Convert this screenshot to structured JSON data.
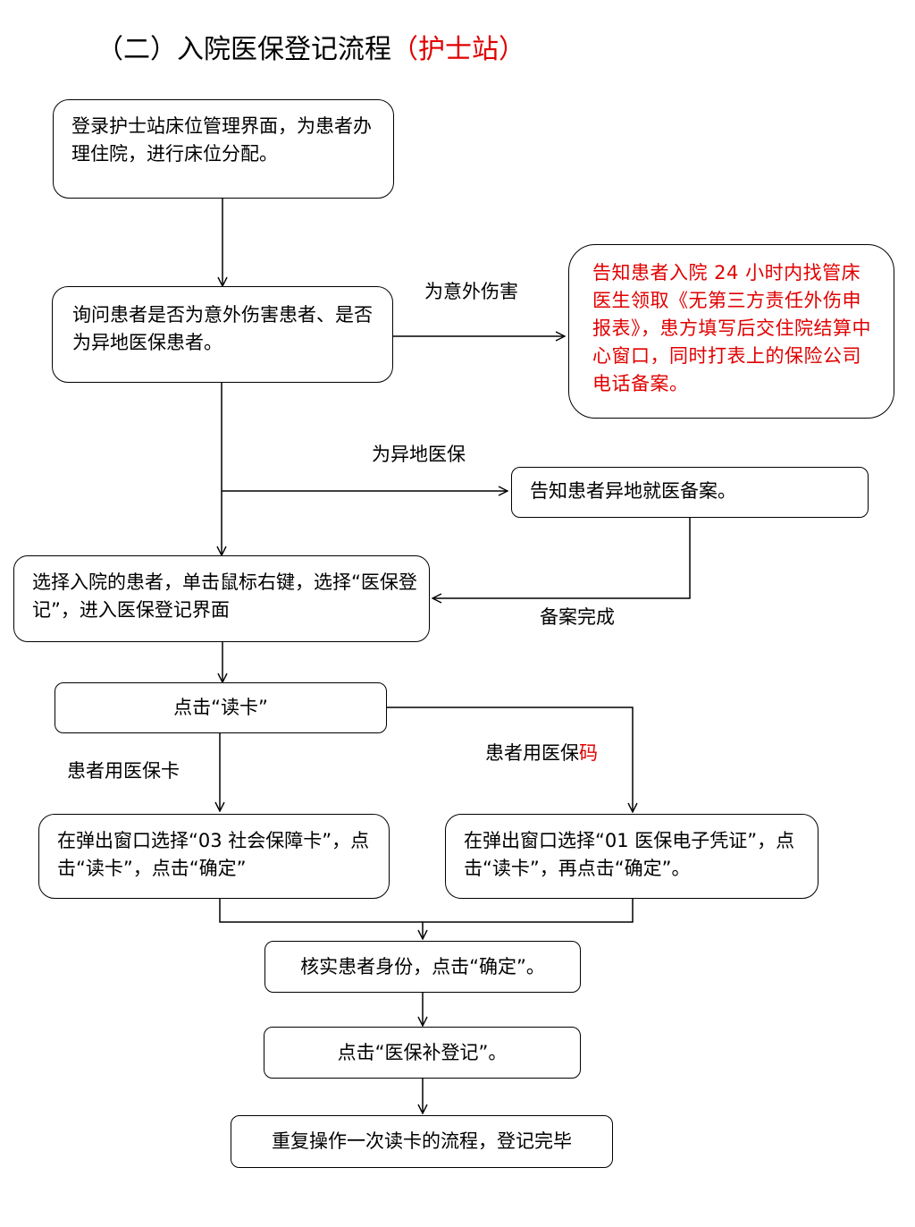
{
  "title": {
    "main": "（二）入院医保登记流程",
    "highlight": "（护士站）"
  },
  "nodes": {
    "login": "登录护士站床位管理界面，为患者办理住院，进行床位分配。",
    "ask": "询问患者是否为意外伤害患者、是否为异地医保患者。",
    "accident_notice": "告知患者入院 24 小时内找管床医生领取《无第三方责任外伤申报表》，患方填写后交住院结算中心窗口，同时打表上的保险公司电话备案。",
    "remote_notice": "告知患者异地就医备案。",
    "select_patient": "选择入院的患者，单击鼠标右键，选择“医保登记”，进入医保登记界面",
    "read_card": "点击“读卡”",
    "card_path": "在弹出窗口选择“03 社会保障卡”，点击“读卡”，点击“确定”",
    "code_path": "在弹出窗口选择“01 医保电子凭证”，点击“读卡”，再点击“确定”。",
    "verify": "核实患者身份，点击“确定”。",
    "supplement": "点击“医保补登记”。",
    "repeat": "重复操作一次读卡的流程，登记完毕"
  },
  "edge_labels": {
    "accident": "为意外伤害",
    "remote": "为异地医保",
    "filed": "备案完成",
    "card": "患者用医保卡",
    "code_prefix": "患者用医保",
    "code_suffix": "码"
  },
  "colors": {
    "highlight": "#e00000",
    "stroke": "#000000"
  }
}
